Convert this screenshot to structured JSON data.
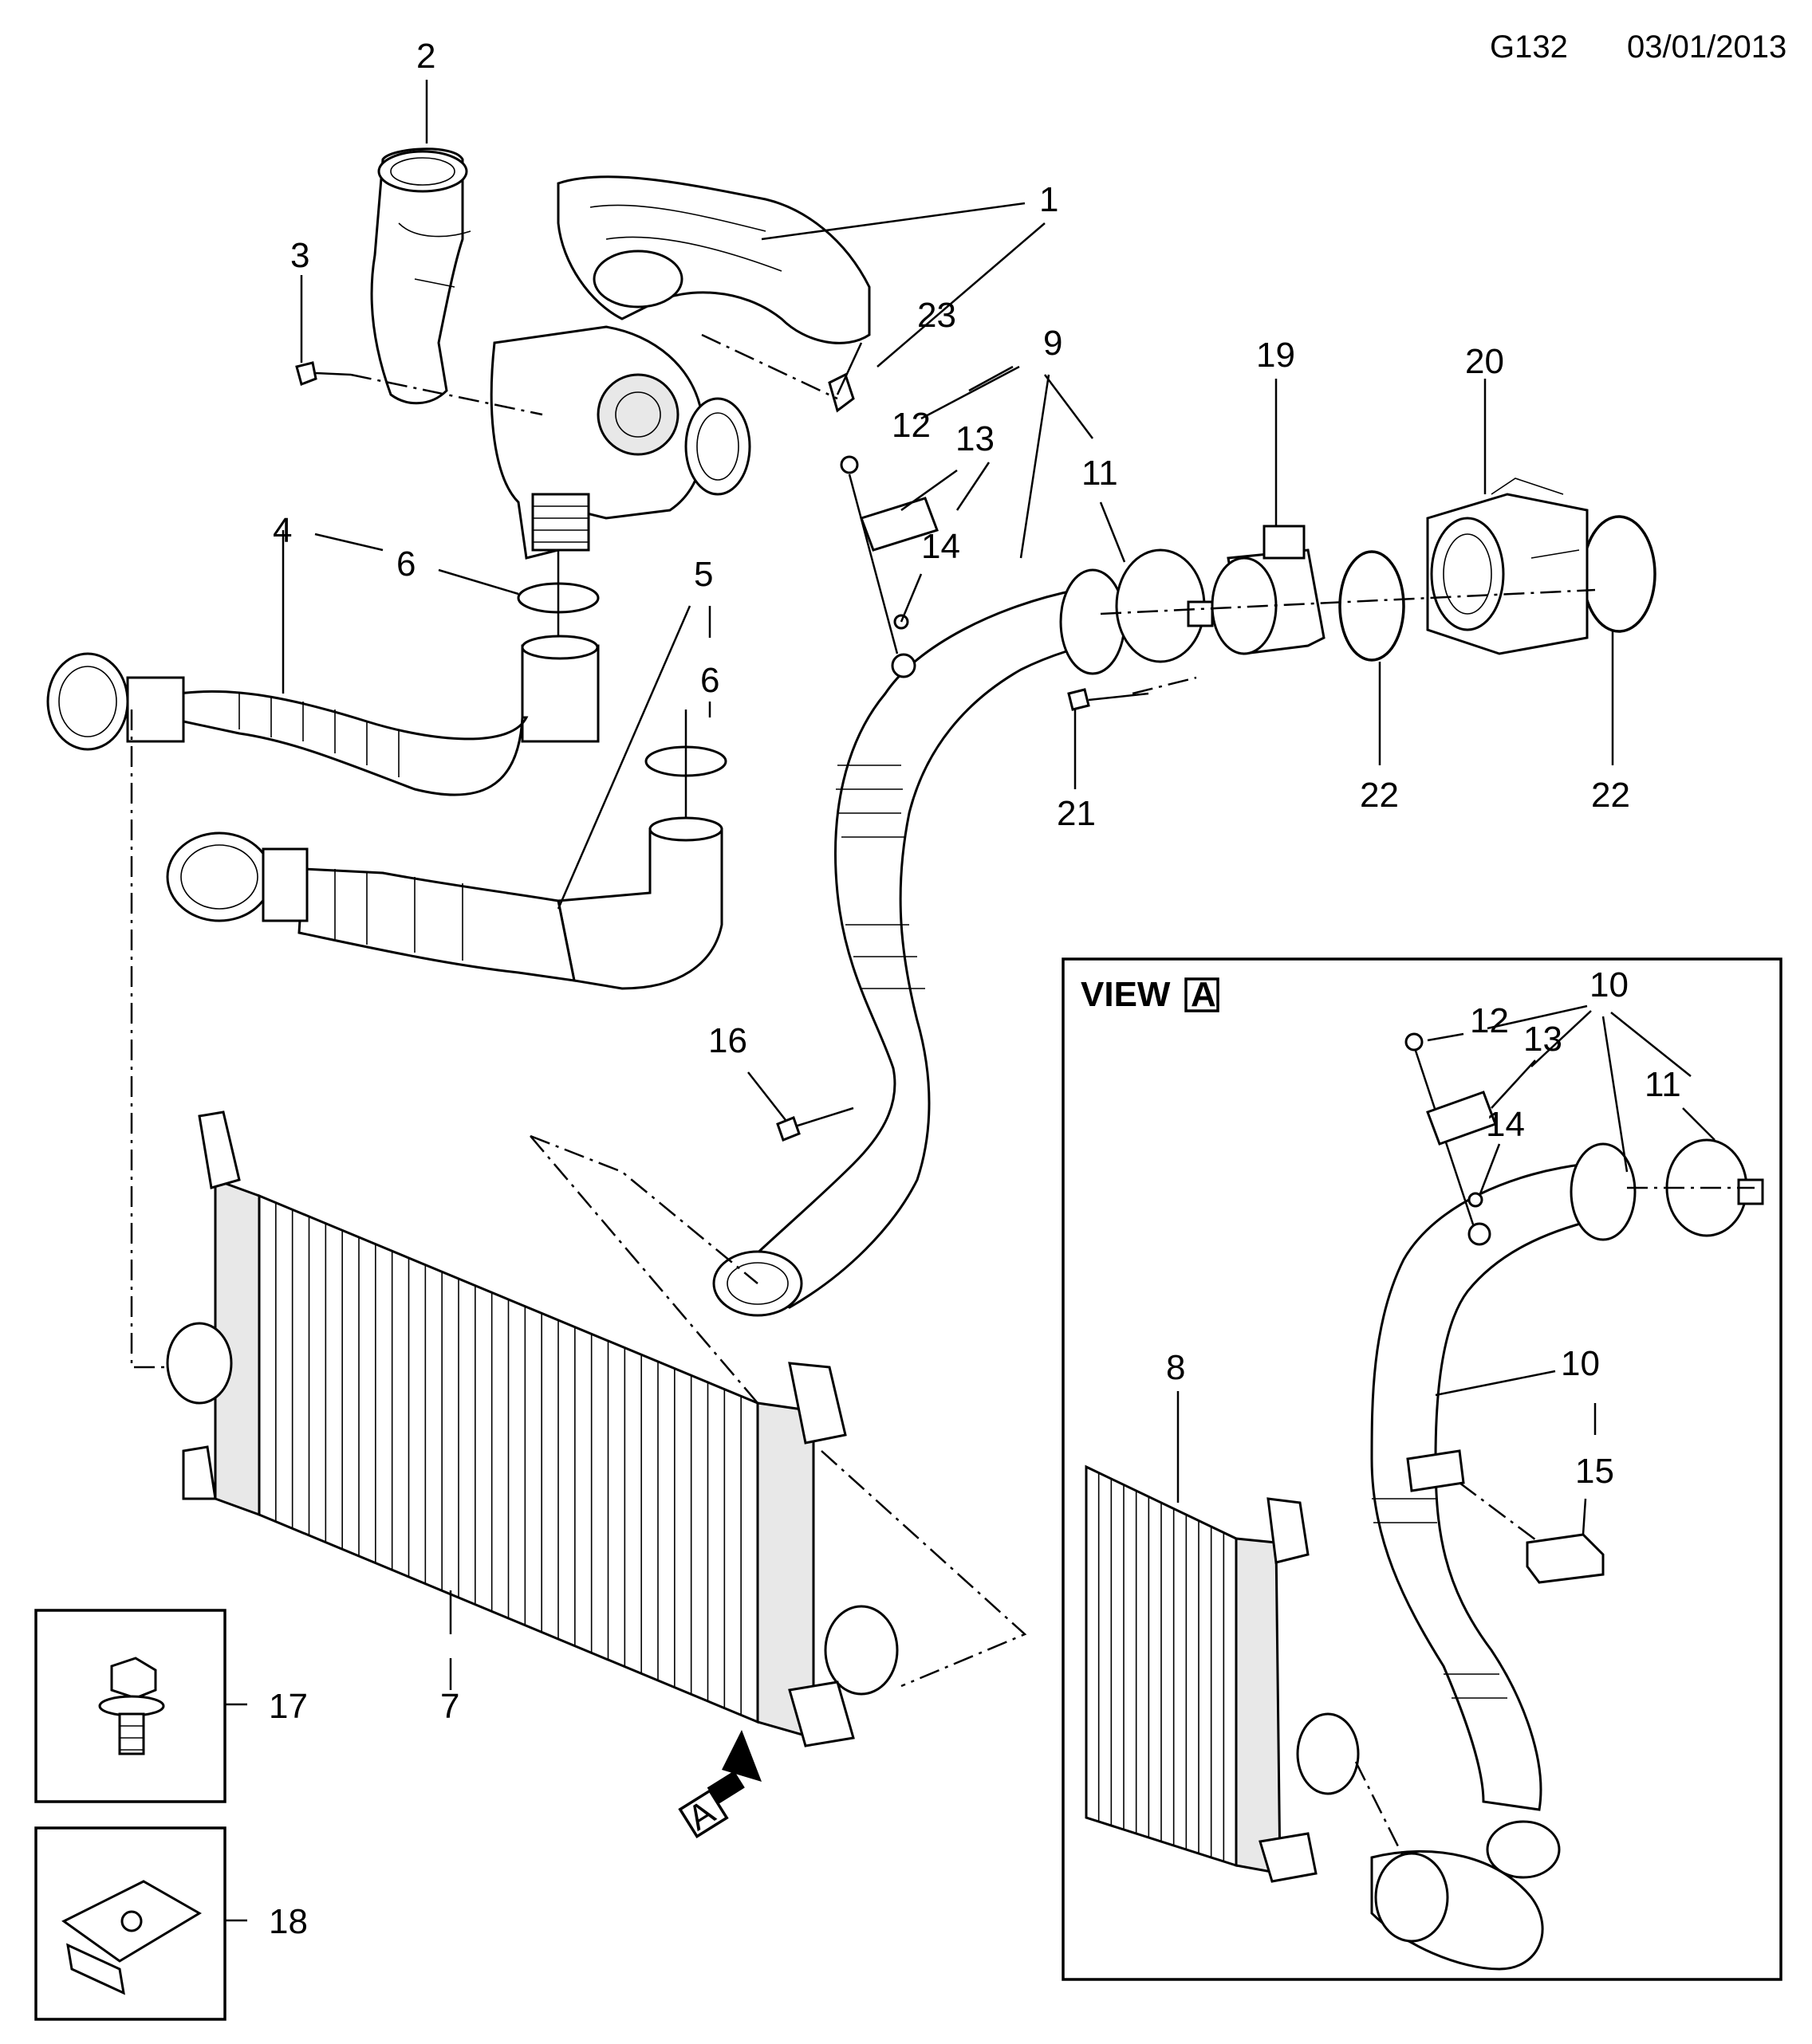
{
  "header": {
    "code": "G132",
    "date": "03/01/2013"
  },
  "view_title": "VIEW",
  "view_letter": "A",
  "arrow_letter": "A",
  "callouts": {
    "c1": "1",
    "c2": "2",
    "c3": "3",
    "c4": "4",
    "c5": "5",
    "c6a": "6",
    "c6b": "6",
    "c7": "7",
    "c8": "8",
    "c9": "9",
    "c10a": "10",
    "c10b": "10",
    "c11a": "11",
    "c11b": "11",
    "c12a": "12",
    "c12b": "12",
    "c13a": "13",
    "c13b": "13",
    "c14a": "14",
    "c14b": "14",
    "c15": "15",
    "c16": "16",
    "c17": "17",
    "c18": "18",
    "c19": "19",
    "c20": "20",
    "c21": "21",
    "c22a": "22",
    "c22b": "22",
    "c23": "23"
  }
}
